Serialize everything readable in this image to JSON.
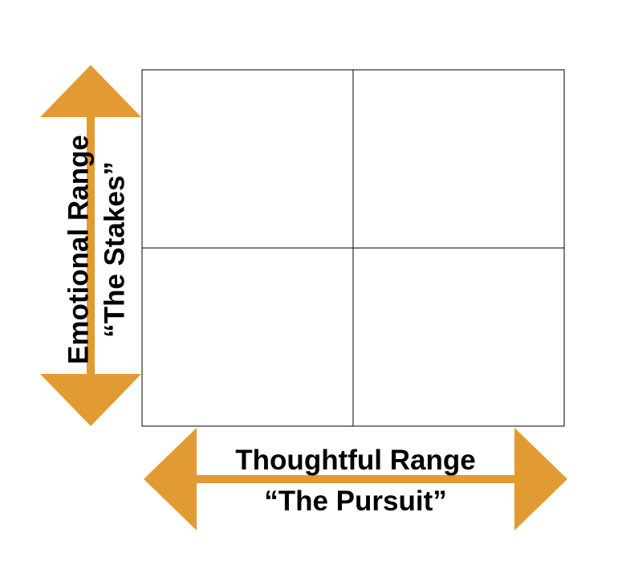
{
  "colors": {
    "arrow": "#E29B32",
    "grid_line": "#000000",
    "text": "#000000",
    "background": "#FFFFFF"
  },
  "vertical_axis": {
    "line1": "Emotional Range",
    "line2": "“The Stakes”"
  },
  "horizontal_axis": {
    "line1": "Thoughtful Range",
    "line2": "“The Pursuit”"
  },
  "grid": {
    "rows": 2,
    "columns": 2
  }
}
